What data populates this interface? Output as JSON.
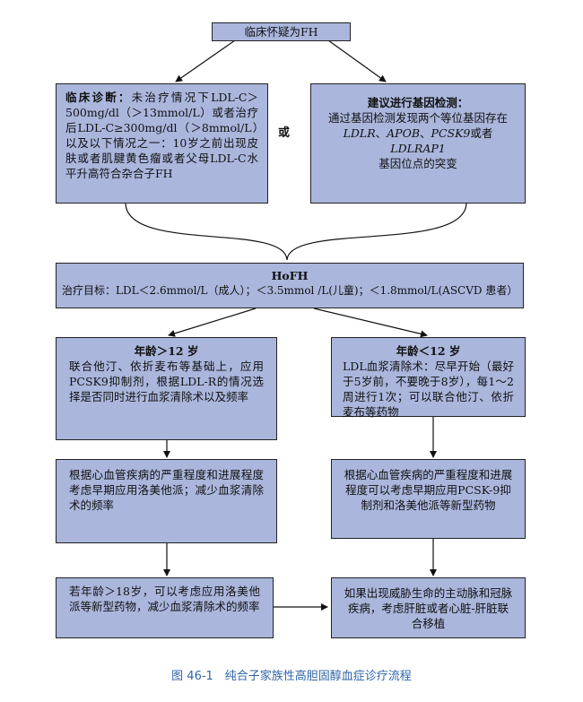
{
  "boxes": {
    "suspect": "临床怀疑为FH",
    "clinical": {
      "title": "临床诊断：",
      "body": "未治疗情况下LDL-C＞500mg/dl（＞13mmol/L）或者治疗后LDL-C≥300mg/dl（＞8mmol/L）以及以下情况之一：10岁之前出现皮肤或者肌腱黄色瘤或者父母LDL-C水平升高符合杂合子FH"
    },
    "genetic": {
      "title": "建议进行基因检测：",
      "line1": "通过基因检测发现两个等位基因存在",
      "genes_ldlr": "LDLR",
      "sep1": "、",
      "genes_apob": "APOB",
      "sep2": "、",
      "genes_pcsk9": "PCSK9",
      "sep3": "或者",
      "genes_ldlrap1": "LDLRAP1",
      "line3": "基因位点的突变"
    },
    "hofh": {
      "title": "HoFH",
      "goal": "治疗目标：LDL＜2.6mmol/L（成人）；＜3.5mmol /L(儿童)；＜1.8mmol/L(ASCVD 患者）"
    },
    "left1": {
      "title": "年龄＞12 岁",
      "body": "联合他汀、依折麦布等基础上，应用PCSK9抑制剂，根据LDL-R的情况选择是否同时进行血浆清除术以及频率"
    },
    "right1": {
      "title": "年龄＜12 岁",
      "body": "LDL血浆清除术：尽早开始（最好于5岁前，不要晚于8岁），每1～2周进行1次；可以联合他汀、依折麦布等药物"
    },
    "left2": "根据心血管疾病的严重程度和进展程度考虑早期应用洛美他派；减少血浆清除术的频率",
    "right2": "根据心血管疾病的严重程度和进展程度可以考虑早期应用PCSK-9抑制剂和洛美他派等新型药物",
    "left3": "若年龄＞18岁，可以考虑应用洛美他派等新型药物，减少血浆清除术的频率",
    "right3": "如果出现威胁生命的主动脉和冠脉疾病，考虑肝脏或者心脏-肝脏联合移植"
  },
  "or_label": "或",
  "caption": "图 46-1　纯合子家族性高胆固醇血症诊疗流程"
}
